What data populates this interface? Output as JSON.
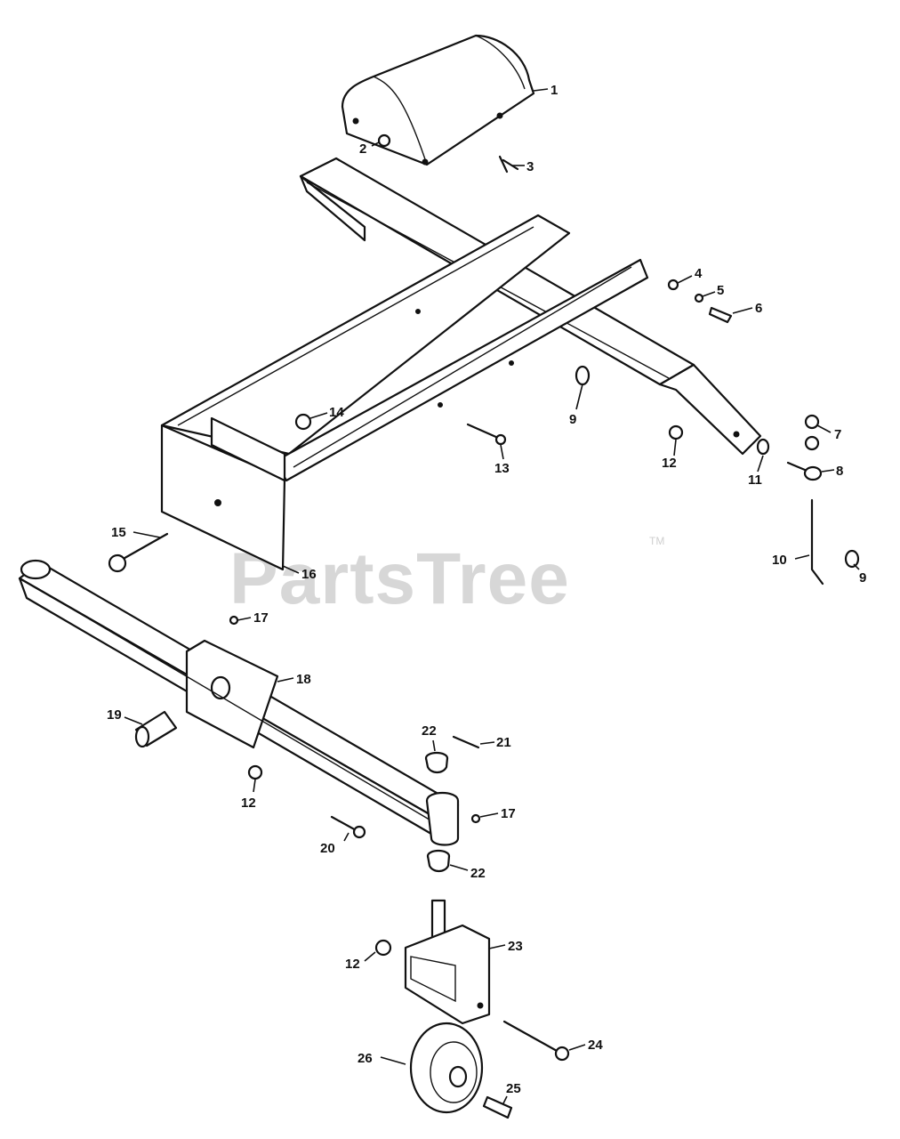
{
  "watermark": {
    "text": "PartsTree",
    "tm": "TM"
  },
  "callouts": [
    {
      "id": "1",
      "label": "1"
    },
    {
      "id": "2",
      "label": "2"
    },
    {
      "id": "3",
      "label": "3"
    },
    {
      "id": "4",
      "label": "4"
    },
    {
      "id": "5",
      "label": "5"
    },
    {
      "id": "6",
      "label": "6"
    },
    {
      "id": "7",
      "label": "7"
    },
    {
      "id": "8",
      "label": "8"
    },
    {
      "id": "9a",
      "label": "9"
    },
    {
      "id": "9b",
      "label": "9"
    },
    {
      "id": "10",
      "label": "10"
    },
    {
      "id": "11",
      "label": "11"
    },
    {
      "id": "12a",
      "label": "12"
    },
    {
      "id": "12b",
      "label": "12"
    },
    {
      "id": "12c",
      "label": "12"
    },
    {
      "id": "13",
      "label": "13"
    },
    {
      "id": "14",
      "label": "14"
    },
    {
      "id": "15",
      "label": "15"
    },
    {
      "id": "16",
      "label": "16"
    },
    {
      "id": "17a",
      "label": "17"
    },
    {
      "id": "17b",
      "label": "17"
    },
    {
      "id": "18",
      "label": "18"
    },
    {
      "id": "19",
      "label": "19"
    },
    {
      "id": "20",
      "label": "20"
    },
    {
      "id": "21",
      "label": "21"
    },
    {
      "id": "22a",
      "label": "22"
    },
    {
      "id": "22b",
      "label": "22"
    },
    {
      "id": "23",
      "label": "23"
    },
    {
      "id": "24",
      "label": "24"
    },
    {
      "id": "25",
      "label": "25"
    },
    {
      "id": "26",
      "label": "26"
    }
  ]
}
